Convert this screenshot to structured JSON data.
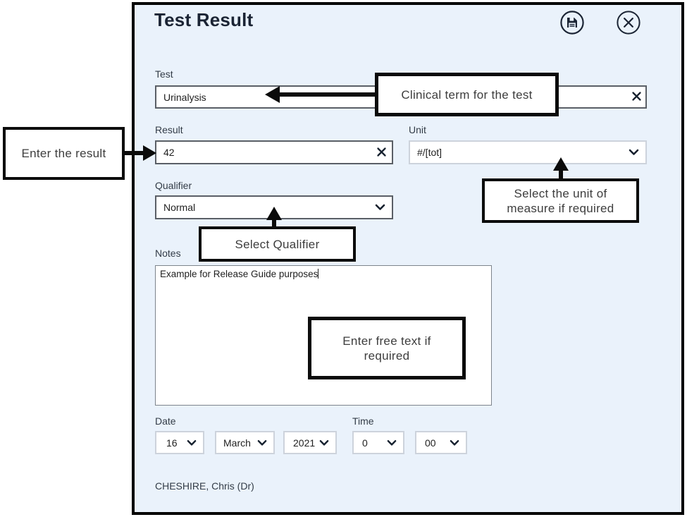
{
  "dialog": {
    "title": "Test Result",
    "clinician": "CHESHIRE, Chris (Dr)",
    "fields": {
      "test": {
        "label": "Test",
        "value": "Urinalysis"
      },
      "result": {
        "label": "Result",
        "value": "42"
      },
      "unit": {
        "label": "Unit",
        "value": "#/[tot]"
      },
      "qualifier": {
        "label": "Qualifier",
        "value": "Normal"
      },
      "notes": {
        "label": "Notes",
        "value": "Example for Release Guide purposes"
      },
      "date": {
        "label": "Date",
        "day": "16",
        "month": "March",
        "year": "2021"
      },
      "time": {
        "label": "Time",
        "hour": "0",
        "minute": "00"
      }
    },
    "icons": {
      "save": "floppy-disk-in-circle",
      "close": "x-in-circle",
      "clear": "x-cross",
      "dropdown": "chevron-down"
    }
  },
  "annotations": {
    "test": "Clinical term for the test",
    "result": "Enter the result",
    "unit": "Select the unit of measure if required",
    "qualifier": "Select Qualifier",
    "notes": "Enter free text if required"
  },
  "colors": {
    "dialog_background": "#EAF2FB",
    "dialog_border": "#000000",
    "title_text": "#1B2434",
    "label_text": "#333C47",
    "focused_input_border": "#5A5F66",
    "light_input_border": "#CDD3DC",
    "annotation_border": "#0B0B0B"
  }
}
